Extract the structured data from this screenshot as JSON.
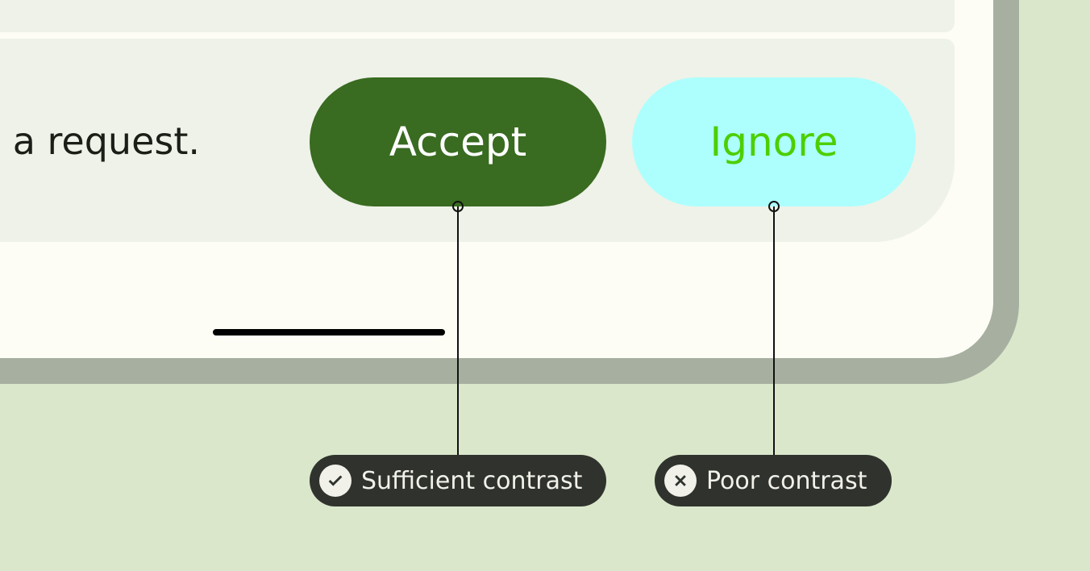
{
  "message_text": "a request.",
  "buttons": {
    "accept": "Accept",
    "ignore": "Ignore"
  },
  "colors": {
    "accept_bg": "#396b21",
    "accept_text": "#ffffff",
    "ignore_bg": "#adfffe",
    "ignore_text": "#4ccf00"
  },
  "annotations": [
    {
      "label": "Sufficient contrast",
      "icon": "check-circle-icon"
    },
    {
      "label": "Poor contrast",
      "icon": "x-circle-icon"
    }
  ]
}
